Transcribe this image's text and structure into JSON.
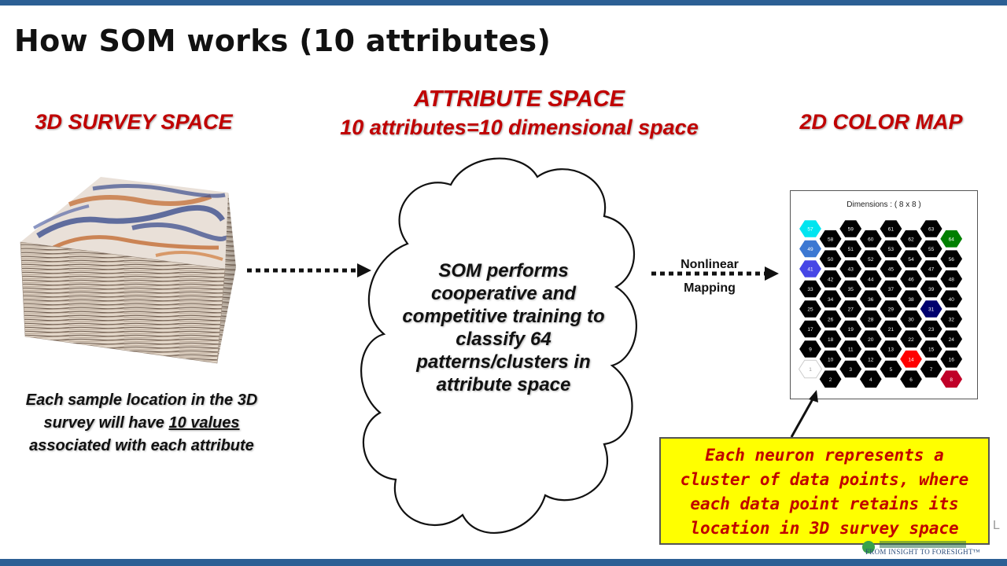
{
  "title": "How SOM works (10 attributes)",
  "headings": {
    "survey": "3D SURVEY SPACE",
    "attribute_line1": "ATTRIBUTE SPACE",
    "attribute_line2": "10 attributes=10 dimensional space",
    "colormap": "2D COLOR MAP"
  },
  "survey_text": {
    "before": "Each sample location in the 3D survey will have ",
    "emphasis": "10 values",
    "after": " associated with each attribute"
  },
  "cloud_text": "SOM performs cooperative and competitive training to classify 64 patterns/clusters in attribute space",
  "mapping": {
    "line1": "Nonlinear",
    "line2": "Mapping"
  },
  "som_map": {
    "dimensions_label": "Dimensions :  ( 8 x 8 )",
    "rows": 8,
    "cols": 8,
    "highlight_colors": {
      "top_left": "#00e5f0",
      "top_right": "#008000",
      "bottom_right": "#c00028",
      "bright_red": "#ff0000",
      "navy": "#00006e"
    }
  },
  "callout_text": {
    "line1": "Each neuron represents a",
    "line2": "cluster of data points, where",
    "line3": "each data point retains its",
    "line4": "location in 3D survey space"
  },
  "logo": {
    "tagline": "FROM INSIGHT TO FORESIGHT™",
    "edge_letter": "L"
  },
  "colors": {
    "bar": "#2c5f94",
    "heading": "#c00000",
    "callout_bg": "#ffff00",
    "callout_text": "#c00000"
  }
}
